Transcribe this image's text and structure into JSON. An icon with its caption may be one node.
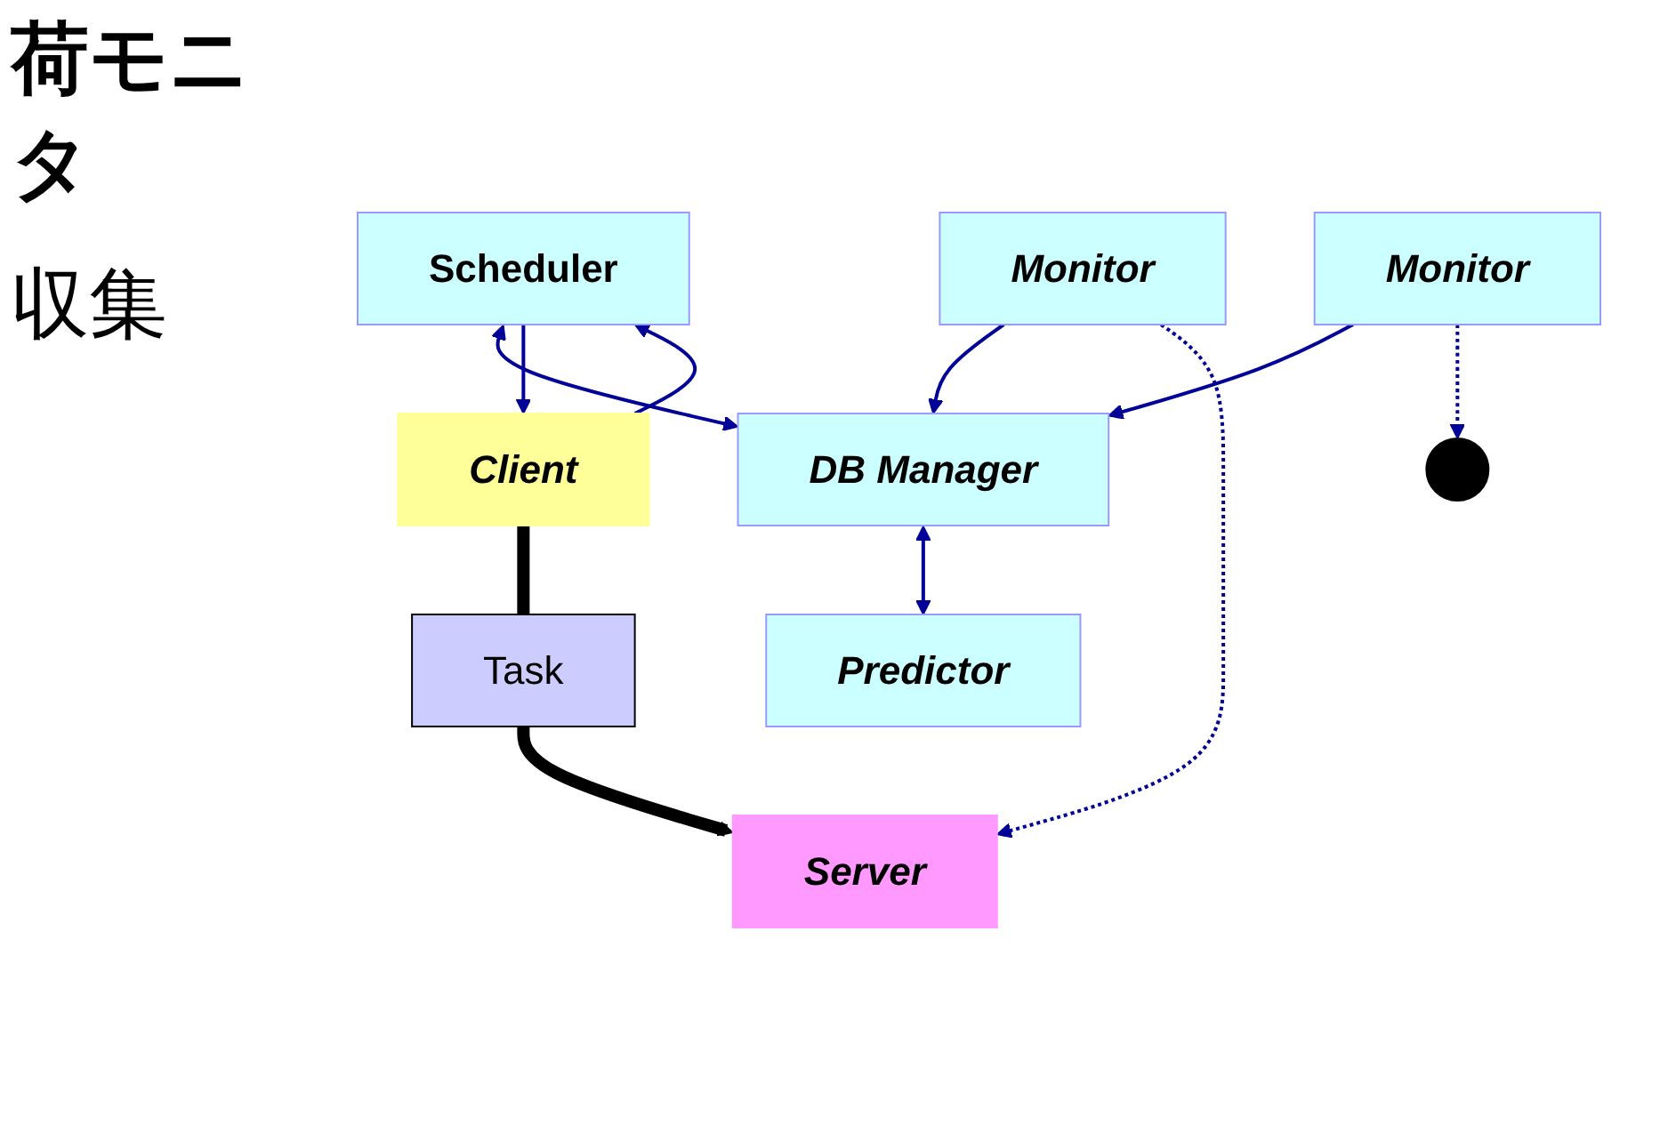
{
  "diagram": {
    "nodes": [
      {
        "text": [
          "DB Manager"
        ]
      },
      {
        "text": [
          "Predictor"
        ]
      },
      {
        "text": [
          "Scheduler"
        ]
      },
      {
        "text": [
          "Monitor"
        ]
      },
      {
        "text": [
          "Monitor"
        ]
      },
      {
        "text": [
          "Client"
        ]
      },
      {
        "text": [
          "Task"
        ]
      },
      {
        "text": [
          "Server"
        ]
      }
    ],
    "edges": [
      {
        "from": 0,
        "to": 1,
        "arrow": "both"
      },
      {
        "from": 2,
        "to": 0,
        "arrow": "both"
      },
      {
        "from": 3,
        "to": 0,
        "arrow": "to"
      },
      {
        "from": 4,
        "to": 0,
        "arrow": "to"
      },
      {
        "from": 5,
        "to": 2,
        "arrow": "to"
      },
      {
        "from": 2,
        "to": 5,
        "arrow": "to"
      },
      {
        "from": 5,
        "to": 6,
        "arrow": "none",
        "style": "thick",
        "color": "#000000"
      },
      {
        "from": 6,
        "to": 7,
        "arrow": "to",
        "style": "thick",
        "color": "#000000"
      },
      {
        "from": 3,
        "to": 7,
        "arrow": "to",
        "style": "dashed"
      },
      {
        "from": 4,
        "to": null,
        "arrow": "to",
        "style": "dashed"
      }
    ],
    "labels": [
      "荷モニタ",
      "収集"
    ]
  }
}
